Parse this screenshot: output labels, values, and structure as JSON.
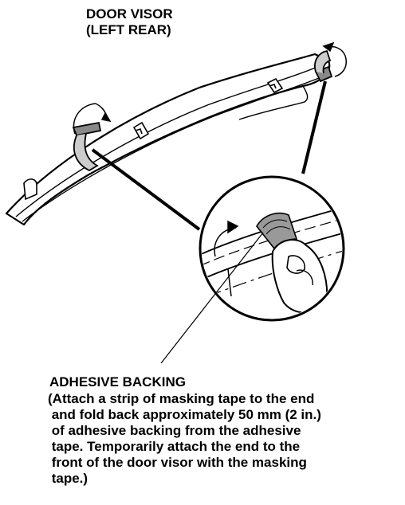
{
  "labels": {
    "visor_title": "DOOR VISOR\n(LEFT REAR)",
    "backing_title": "ADHESIVE BACKING",
    "backing_note": "(Attach a strip of masking tape to the end\n and fold back approximately 50 mm (2 in.)\n of adhesive backing from the adhesive\n tape. Temporarily attach the end to the\n front of the door visor with the masking\n tape.)"
  }
}
